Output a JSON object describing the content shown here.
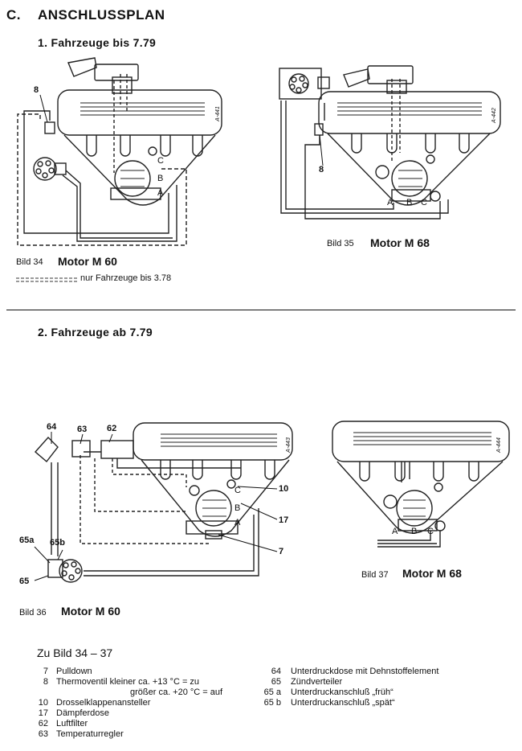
{
  "header": {
    "section": "C.",
    "title": "ANSCHLUSSPLAN",
    "sub1": "1.  Fahrzeuge bis 7.79",
    "sub2": "2.  Fahrzeuge ab 7.79"
  },
  "figures": {
    "f34": {
      "label": "Bild 34",
      "title": "Motor M 60",
      "note": "nur Fahrzeuge bis 3.78",
      "callout": "8",
      "stamp": "A-441",
      "ports": [
        "C",
        "B",
        "A"
      ]
    },
    "f35": {
      "label": "Bild 35",
      "title": "Motor M 68",
      "callout": "8",
      "stamp": "A-442",
      "ports": [
        "A",
        "B",
        "C"
      ]
    },
    "f36": {
      "label": "Bild 36",
      "title": "Motor M 60",
      "stamp": "A-443",
      "ports": [
        "C",
        "B",
        "A"
      ],
      "callouts": {
        "c64": "64",
        "c63": "63",
        "c62": "62",
        "c10": "10",
        "c17": "17",
        "c7": "7",
        "c65a": "65a",
        "c65b": "65b",
        "c65": "65"
      }
    },
    "f37": {
      "label": "Bild 37",
      "title": "Motor M 68",
      "stamp": "A-444",
      "ports": [
        "A",
        "B",
        "C"
      ]
    }
  },
  "legend": {
    "title": "Zu Bild 34 – 37",
    "left": [
      {
        "num": "7",
        "text": "Pulldown"
      },
      {
        "num": "8",
        "text": "Thermoventil kleiner ca. +13 °C = zu"
      },
      {
        "num": "",
        "text": "größer ca. +20 °C = auf"
      },
      {
        "num": "10",
        "text": "Drosselklappenansteller"
      },
      {
        "num": "17",
        "text": "Dämpferdose"
      },
      {
        "num": "62",
        "text": "Luftfilter"
      },
      {
        "num": "63",
        "text": "Temperaturregler"
      }
    ],
    "right": [
      {
        "num": "64",
        "text": "Unterdruckdose mit Dehnstoffelement"
      },
      {
        "num": "65",
        "text": "Zündverteiler"
      },
      {
        "num": "65 a",
        "text": "Unterdruckanschluß „früh“"
      },
      {
        "num": "65 b",
        "text": "Unterdruckanschluß „spät“"
      }
    ]
  }
}
